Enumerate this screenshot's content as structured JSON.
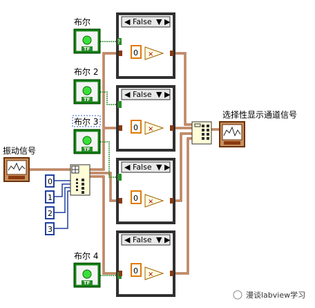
{
  "booleans": [
    {
      "label": "布尔",
      "tf": "TF"
    },
    {
      "label": "布尔 2",
      "tf": "TF"
    },
    {
      "label": "布尔 3",
      "tf": "TF"
    },
    {
      "label": "布尔 4",
      "tf": "TF"
    }
  ],
  "case_structures": [
    {
      "selector": "False"
    },
    {
      "selector": "False"
    },
    {
      "selector": "False"
    },
    {
      "selector": "False"
    }
  ],
  "constants": {
    "zero": "0"
  },
  "operators": {
    "multiply": "×"
  },
  "input_indicator": {
    "label": "振动信号"
  },
  "output_indicator": {
    "label": "选择性显示通道信号"
  },
  "index_constants": [
    "0",
    "1",
    "2",
    "3"
  ],
  "watermark": {
    "text": "漫谈labview学习"
  },
  "colors": {
    "bool_wire": "#2b8c2b",
    "waveform_wire": "#8a3a10",
    "numeric_wire": "#1f3fa0",
    "orange_const": "#e07a00",
    "led_on": "#3ae03a"
  }
}
